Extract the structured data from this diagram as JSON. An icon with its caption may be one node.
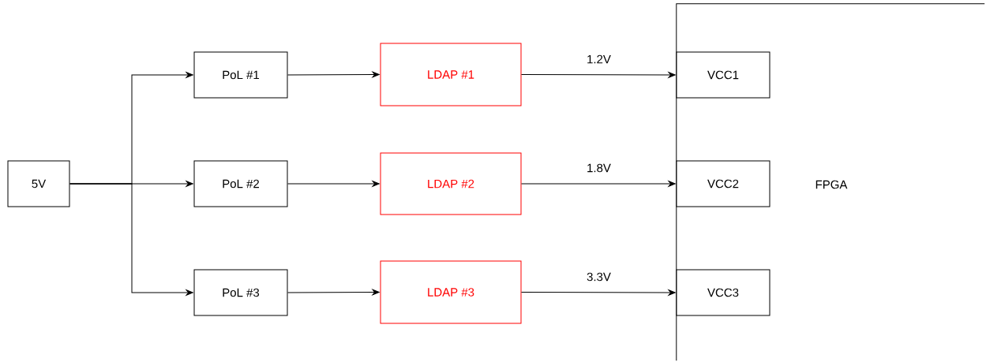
{
  "diagram": {
    "nodes": [
      {
        "text": [
          "5V"
        ]
      },
      {
        "text": [
          "PoL #1"
        ]
      },
      {
        "text": [
          "PoL #2"
        ]
      },
      {
        "text": [
          "PoL #3"
        ]
      },
      {
        "text": [
          "LDAP #1"
        ]
      },
      {
        "text": [
          "LDAP #2"
        ]
      },
      {
        "text": [
          "LDAP #3"
        ]
      },
      {
        "text": [
          "FPGA"
        ]
      },
      {
        "text": [
          "VCC1"
        ],
        "in": 7
      },
      {
        "text": [
          "VCC2"
        ],
        "in": 7
      },
      {
        "text": [
          "VCC3"
        ],
        "in": 7
      }
    ],
    "edges": [
      {
        "from": 0,
        "to": 1,
        "arrow": "to"
      },
      {
        "from": 0,
        "to": 2,
        "arrow": "to"
      },
      {
        "from": 0,
        "to": 3,
        "arrow": "to"
      },
      {
        "from": 1,
        "to": 4,
        "arrow": "to"
      },
      {
        "from": 2,
        "to": 5,
        "arrow": "to"
      },
      {
        "from": 3,
        "to": 6,
        "arrow": "to"
      },
      {
        "from": 4,
        "to": 8,
        "arrow": "to",
        "label": "1.2V"
      },
      {
        "from": 5,
        "to": 9,
        "arrow": "to",
        "label": "1.8V"
      },
      {
        "from": 6,
        "to": 10,
        "arrow": "to",
        "label": "3.3V"
      }
    ]
  }
}
